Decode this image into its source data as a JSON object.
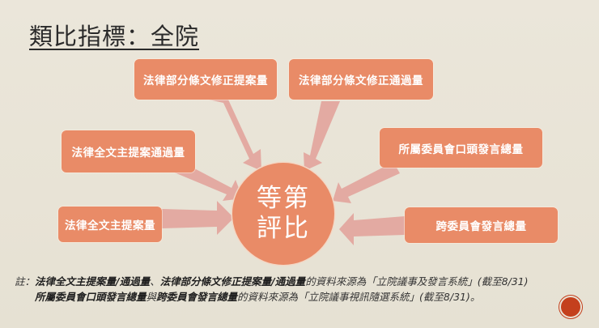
{
  "slide": {
    "title": "類比指標：全院",
    "center": {
      "line1": "等第",
      "line2": "評比"
    },
    "boxes": {
      "top_left": "法律部分條文修正提案量",
      "top_right": "法律部分條文修正通過量",
      "mid_left": "法律全文主提案通過量",
      "mid_right": "所屬委員會口頭發言總量",
      "bottom_left": "法律全文主提案量",
      "bottom_right": "跨委員會發言總量"
    },
    "note": {
      "prefix": "註：",
      "line1": {
        "b1": "法律全文主提案量/通過量",
        "sep": "、",
        "b2": "法律部分條文修正提案量/通過量",
        "rest": "的資料來源為「立院議事及發言系統」(截至8/31)"
      },
      "line2": {
        "b1": "所屬委員會口頭發言總量",
        "mid": "與",
        "b2": "跨委員會發言總量",
        "rest": "的資料來源為「立院議事視訊隨選系統」(截至8/31)。"
      }
    },
    "colors": {
      "box": "#e98b67",
      "arrow": "#e3aaa2",
      "background": "#e9e4d7",
      "badge": "#c4401d"
    }
  }
}
